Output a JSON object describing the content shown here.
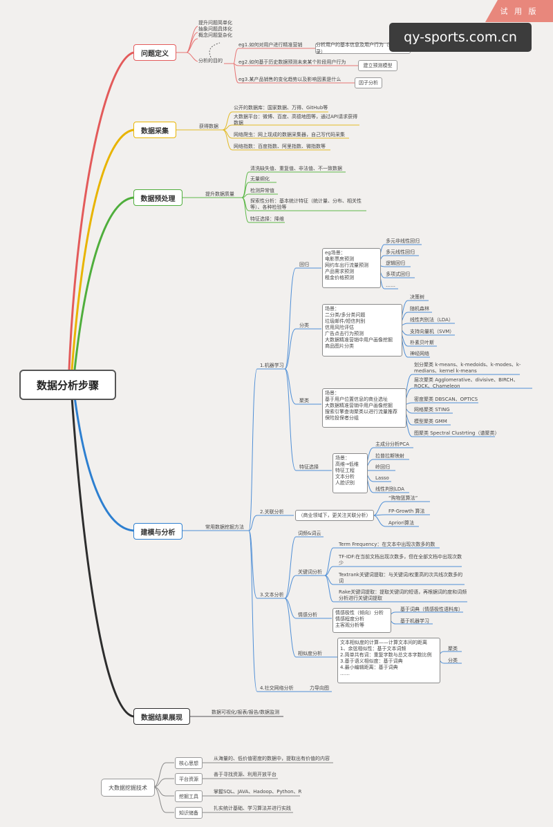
{
  "trial_label": "试 用 版",
  "watermark": "qy-sports.com.cn",
  "root": "数据分析步骤",
  "cat": {
    "c1": "问题定义",
    "c2": "数据采集",
    "c3": "数据预处理",
    "c4": "建模与分析",
    "c5": "数据结果展现"
  },
  "s1": {
    "n1": "提升问题简单化",
    "n2": "抽象问题具体化",
    "n3": "概念问题复杂化",
    "goal": "分析的目的",
    "eg1": "eg1.如何对用户进行精准营销",
    "eg1r": "分析用户的基本信息及用户行为（购买记录）",
    "eg2": "eg2.如何基于历史数据预测未来某个阶段用户行为",
    "eg2r": "建立预测模型",
    "eg3": "eg3.某产品销售的变化趋势以及影响因素是什么",
    "eg3r": "因子分析"
  },
  "s2": {
    "label": "获得数据",
    "i1": "公开的数据库：国家数据、万得、GitHub等",
    "i2": "大数据平台：微博、百度、高德地图等，通过API请求获得数据",
    "i3": "网络爬虫：网上现成的数据采集器，自己写代码采集",
    "i4": "网络指数：百度指数、阿里指数、微指数等"
  },
  "s3": {
    "label": "提升数据质量",
    "i1": "清洗缺失值、重复值、非法值、不一致数据",
    "i2": "无量纲化",
    "i3": "检测异常值",
    "i4": "探索性分析：基本统计特征（统计量、分布、相关性等）、各种检验等",
    "i5": "特征选择：降维"
  },
  "s4": {
    "label": "常用数据挖掘方法",
    "ml": "1.机器学习",
    "reg": "回归",
    "reg_box": "eg场景：\n电影票房预测\n网约车出行流量预测\n产品需求预测\n租金价格预测",
    "reg_items": [
      "多元非线性回归",
      "多元线性回归",
      "逻辑回归",
      "多项式回归",
      "……"
    ],
    "cls": "分类",
    "cls_box": "场景：\n二分类/多分类问题\n垃圾邮件/短信判别\n信用风险评估\n广告点击行为预测\n大数据精准营销中用户画像挖掘\n商品图片分类",
    "cls_items": [
      "决策树",
      "随机森林",
      "线性判别法（LDA）",
      "支持向量机（SVM）",
      "朴素贝叶斯",
      "神经网络"
    ],
    "clu": "聚类",
    "clu_box": "场景：\n基于用户位置信息的商业选址\n大数据精准营销中用户画像挖掘\n搜索引擎查询聚类以进行流量推荐\n保险投保者分组",
    "clu_items": [
      "划分聚类 k-means、k-medoids、k-modes、k-medians、kernel k-means",
      "层次聚类 Agglomerative、divisive、BIRCH、ROCK、Chameleon",
      "密度聚类 DBSCAN、OPTICS",
      "网格聚类 STING",
      "模型聚类 GMM",
      "图聚类 Spectral Clustrting（谱聚类）"
    ],
    "fs": "特征选择",
    "fs_box": "场景：\n高维→低维\n特征工程\n文本分析\n人脸识别",
    "fs_items": [
      "主成分分析PCA",
      "拉普拉斯映射",
      "岭回归",
      "Lasso",
      "线性判别LDA"
    ],
    "assoc": "2.关联分析",
    "assoc_box": "（商业领域下，更关注关联分析）",
    "assoc_items": [
      "“购物篮算法”",
      "FP-Growth 算法",
      "Apriori算法"
    ],
    "text": "3.文本分析",
    "ciyun": "词频&词云",
    "kw": "关键词分析",
    "kw_items": [
      "Term Frequency：在文本中出现次数多的数",
      "TF-IDF:在当前文档出现次数多，但在全部文档中出现次数少",
      "Textrank关键词提取：与关键词/权重高的次共线次数多的词",
      "Rake关键词提取：提取关键词的短语，再根据词的度和词频分析进行关键词提取"
    ],
    "senti": "情感分析",
    "senti_box": "情感极性（倾向）分析\n情感程度分析\n主客观分析等",
    "senti_items": [
      "基于词典（情感极性语料库）",
      "基于机器学习"
    ],
    "sim": "相似度分析",
    "sim_box": "文本相似度的计算——计算文本间的距离\n1、余弦相似性：基于文本词频\n2.简单共有词：重复字数与总文本字数比例\n3.基于语义相似度：基于词典\n4.最小编辑距离：基于词典\n……",
    "sim_items": [
      "聚类",
      "分类"
    ],
    "social": "4.社交网络分析",
    "social_r": "力导向图"
  },
  "s5": {
    "label": "数据可视化/报表/报告/数据监测"
  },
  "bottom": {
    "title": "大数据挖掘技术",
    "rows": [
      {
        "k": "核心思想",
        "v": "从海量的、低价值密度的数据中，提取出有价值的内容"
      },
      {
        "k": "平台资源",
        "v": "善于寻找资源、利用开放平台"
      },
      {
        "k": "挖掘工具",
        "v": "掌握SQL、JAVA、Hadoop、Python、R"
      },
      {
        "k": "知识储备",
        "v": "扎实统计基础、学习算法并进行实践"
      }
    ]
  },
  "colors": {
    "c1": "#e35a5a",
    "c2": "#e8b400",
    "c3": "#4fae3c",
    "c4": "#2d7fd0",
    "c5": "#2d2d2d",
    "s1": "#e77373",
    "s2": "#e2ba24",
    "s3": "#5db848",
    "s4": "#4e8ed6"
  }
}
